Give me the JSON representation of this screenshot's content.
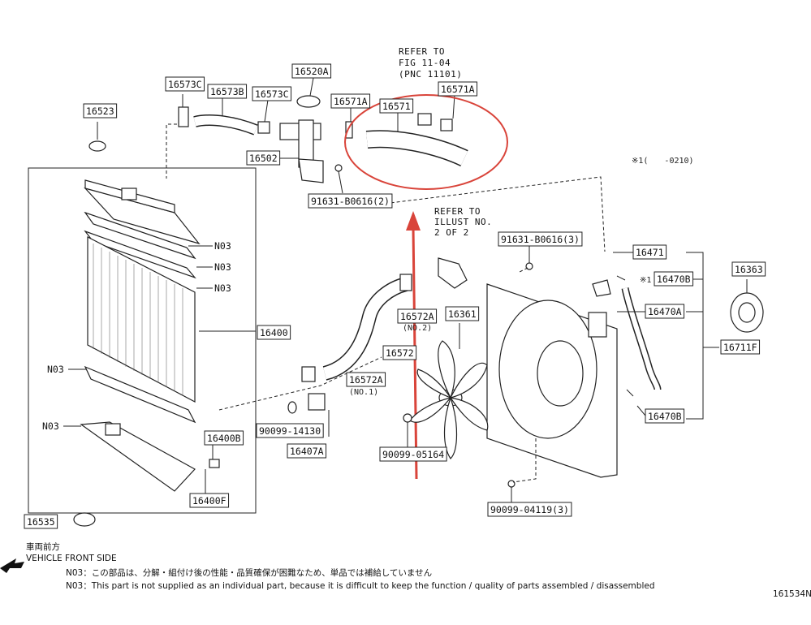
{
  "refs": {
    "fig_1104": [
      "REFER TO",
      "FIG 11-04",
      "(PNC 11101)"
    ],
    "illust_2": [
      "REFER TO",
      "ILLUST NO.",
      "2 OF 2"
    ]
  },
  "labels": {
    "p16523": "16523",
    "p16573C_a": "16573C",
    "p16573B": "16573B",
    "p16573C_b": "16573C",
    "p16520A": "16520A",
    "p16571A_a": "16571A",
    "p16571": "16571",
    "p16571A_b": "16571A",
    "p16502": "16502",
    "bolt_b0616_2": "91631-B0616(2)",
    "bolt_b0616_3": "91631-B0616(3)",
    "p16471": "16471",
    "p16470B_a": "16470B",
    "p16363": "16363",
    "p16470A": "16470A",
    "p16711F": "16711F",
    "p16470B_b": "16470B",
    "p16361": "16361",
    "p16572A_a": "16572A",
    "p16572": "16572",
    "p16572A_b": "16572A",
    "p16400": "16400",
    "n03_a": "N03",
    "n03_b": "N03",
    "n03_c": "N03",
    "n03_d": "N03",
    "n03_e": "N03",
    "p90099_14130": "90099-14130",
    "p16407A": "16407A",
    "p16400B": "16400B",
    "p16400F": "16400F",
    "p16535": "16535",
    "p90099_05164": "90099-05164",
    "p90099_04119": "90099-04119(3)"
  },
  "annotations": {
    "no2": "(NO.2)",
    "no1": "(NO.1)",
    "mark1": "※1(　　-0210)",
    "mark1_small": "※1"
  },
  "footer": {
    "front_jp": "車両前方",
    "front_en": "VEHICLE FRONT SIDE",
    "note_jp": "N03：この部品は、分解・組付け後の性能・品質確保が困難なため、単品では補給していません",
    "note_en": "N03：This part is not supplied as an individual part, because it is difficult to keep the function / quality of parts assembled / disassembled",
    "figure_id": "161534N"
  },
  "colors": {
    "highlight": "#d9443a",
    "line": "#222222"
  }
}
